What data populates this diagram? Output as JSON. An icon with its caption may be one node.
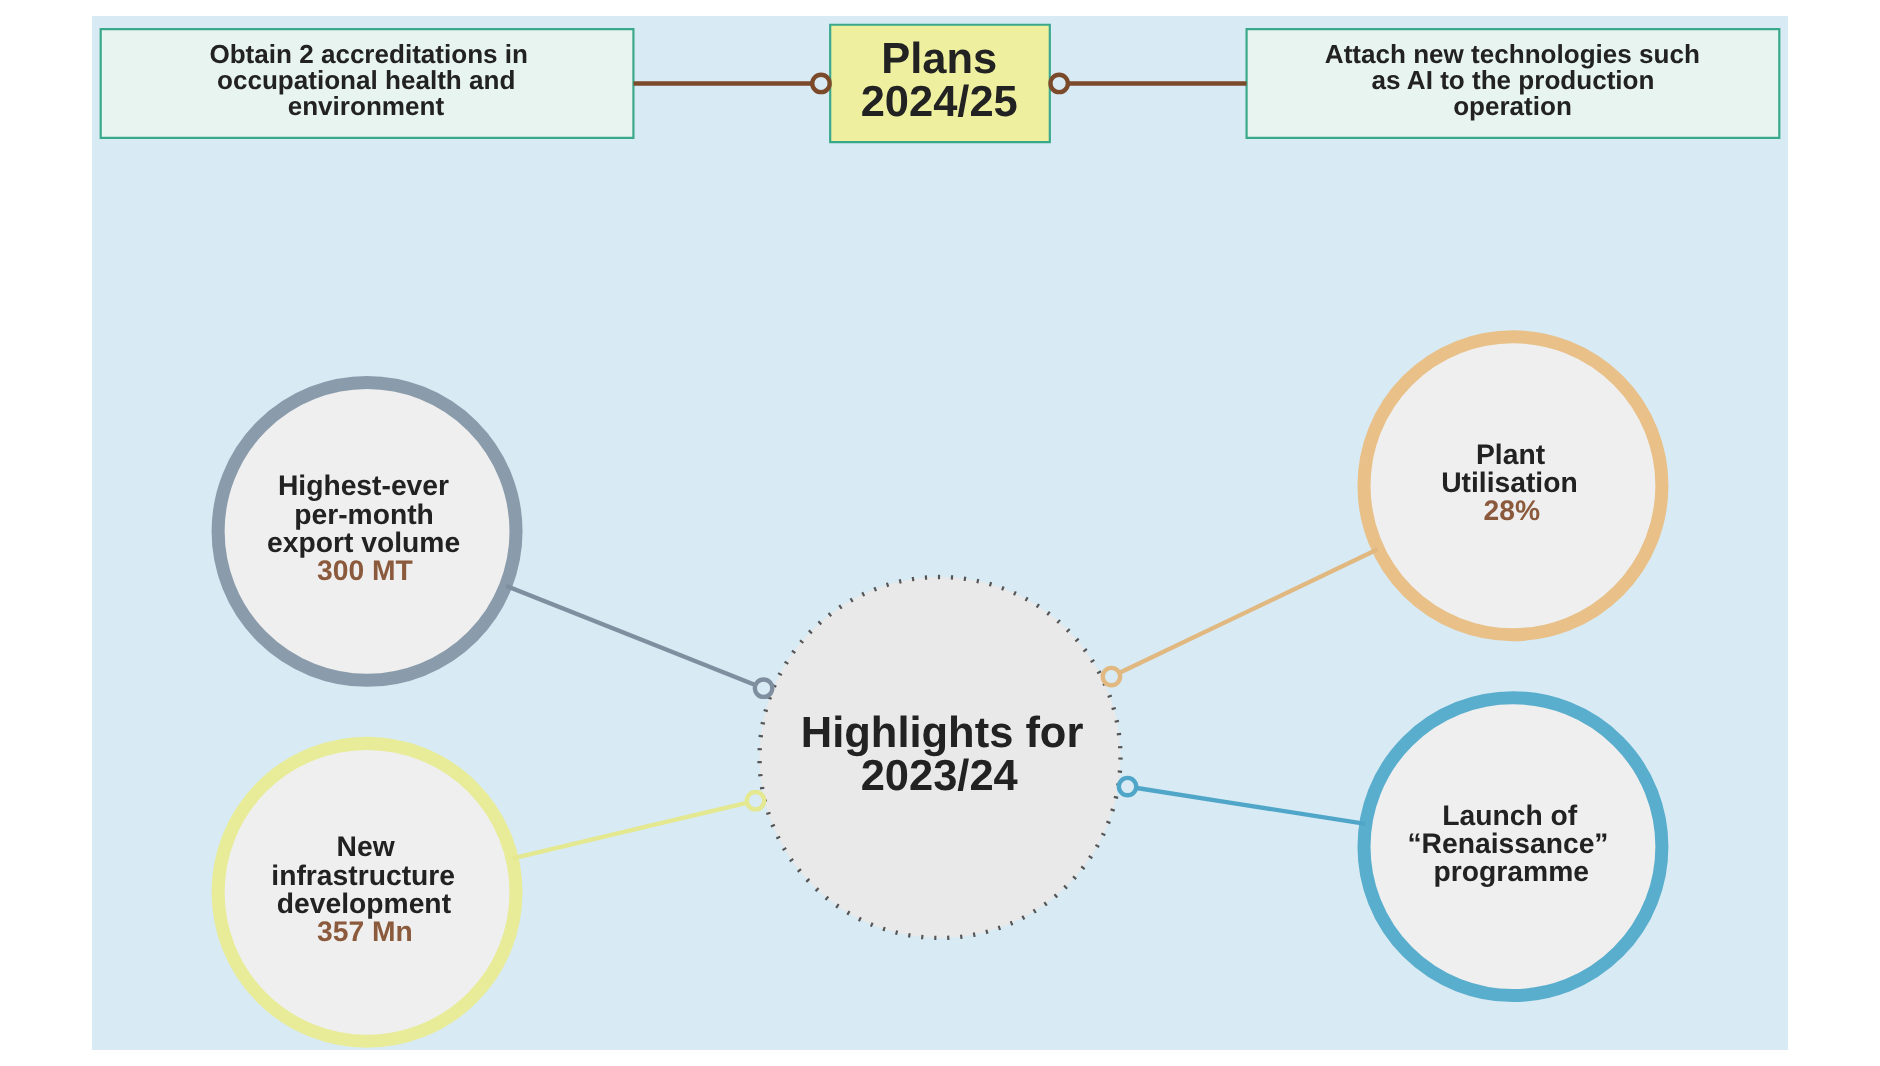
{
  "diagram": {
    "nodes": [
      {
        "text": [
          "Highest-ever per-month export volume",
          "300 MT"
        ]
      },
      {
        "text": [
          "Plant Utilisation",
          "28%"
        ]
      },
      {
        "text": [
          "New infrastructure development",
          "357 Mn"
        ]
      },
      {
        "text": [
          "Highlights for 2023/24"
        ]
      },
      {
        "text": [
          "Launch of “Renaissance” programme"
        ]
      },
      {
        "text": [
          "Obtain 2 accreditations in occupational health and environment"
        ]
      },
      {
        "text": [
          "Plans 2024/25"
        ]
      },
      {
        "text": [
          "Attach new technologies such as AI to the production operation"
        ]
      }
    ],
    "edges": [
      {
        "from": 0,
        "to": 3,
        "arrow": "other",
        "color": "#7f8f9f"
      },
      {
        "from": 1,
        "to": 3,
        "arrow": "other",
        "color": "#e0b880"
      },
      {
        "from": 2,
        "to": 3,
        "arrow": "other",
        "color": "#e4e890"
      },
      {
        "from": 4,
        "to": 3,
        "arrow": "other",
        "color": "#4fa6c8"
      },
      {
        "from": 5,
        "to": 6,
        "arrow": "other",
        "color": "#7b4a2a"
      },
      {
        "from": 7,
        "to": 6,
        "arrow": "other",
        "color": "#7b4a2a"
      }
    ]
  }
}
